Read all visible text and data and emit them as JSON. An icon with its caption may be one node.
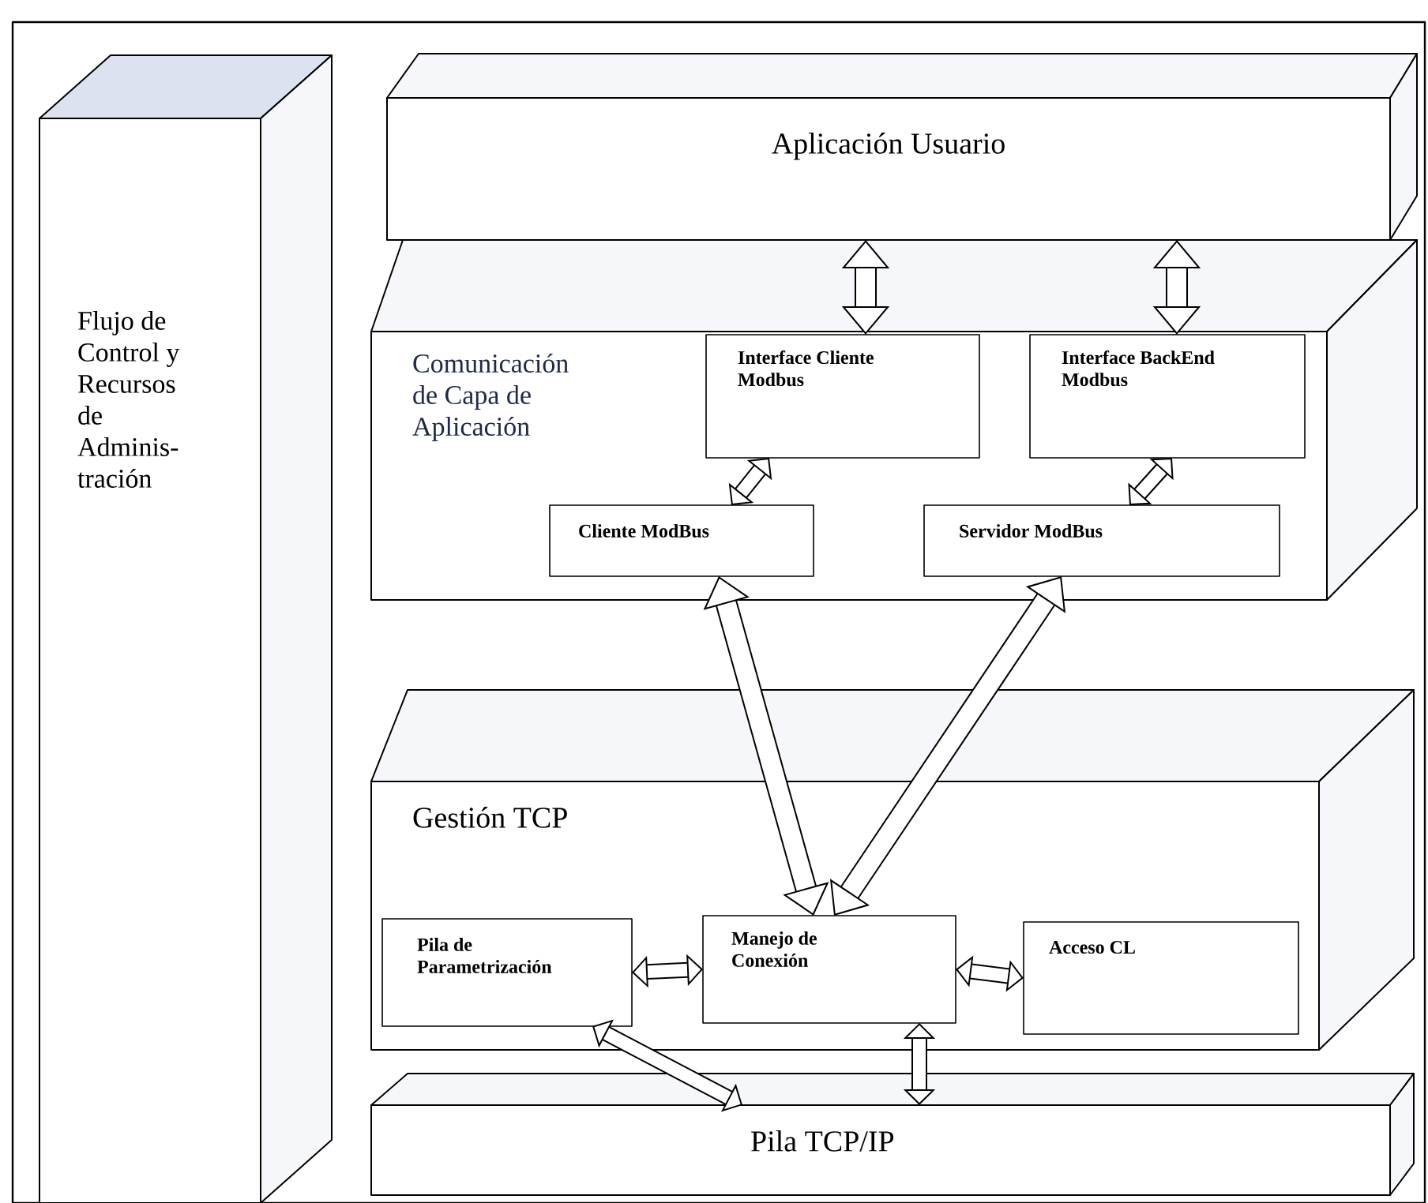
{
  "diagram": {
    "nodes": [
      {
        "text": [
          "Flujo de Control y Recursos de Adminis-tración"
        ]
      },
      {
        "text": [
          "Aplicación Usuario"
        ]
      },
      {
        "text": [
          "Comunicación de Capa de Aplicación"
        ]
      },
      {
        "text": [
          "Interface Cliente Modbus"
        ],
        "in": 2
      },
      {
        "text": [
          "Interface BackEnd Modbus"
        ],
        "in": 2
      },
      {
        "text": [
          "Cliente ModBus"
        ],
        "in": 2
      },
      {
        "text": [
          "Servidor ModBus"
        ],
        "in": 2
      },
      {
        "text": [
          "Gestión TCP"
        ]
      },
      {
        "text": [
          "Pila de Parametrización"
        ],
        "in": 7
      },
      {
        "text": [
          "Manejo de Conexión"
        ],
        "in": 7
      },
      {
        "text": [
          "Acceso CL"
        ],
        "in": 7
      },
      {
        "text": [
          "Pila TCP/IP"
        ]
      }
    ],
    "edges": [
      {
        "from": 1,
        "to": 3,
        "arrow": "both"
      },
      {
        "from": 1,
        "to": 4,
        "arrow": "both"
      },
      {
        "from": 3,
        "to": 5,
        "arrow": "both"
      },
      {
        "from": 4,
        "to": 6,
        "arrow": "both"
      },
      {
        "from": 5,
        "to": 9,
        "arrow": "both"
      },
      {
        "from": 6,
        "to": 9,
        "arrow": "both"
      },
      {
        "from": 8,
        "to": 9,
        "arrow": "both"
      },
      {
        "from": 9,
        "to": 10,
        "arrow": "both"
      },
      {
        "from": 9,
        "to": 11,
        "arrow": "both"
      },
      {
        "from": 8,
        "to": 11,
        "arrow": "both"
      }
    ]
  }
}
